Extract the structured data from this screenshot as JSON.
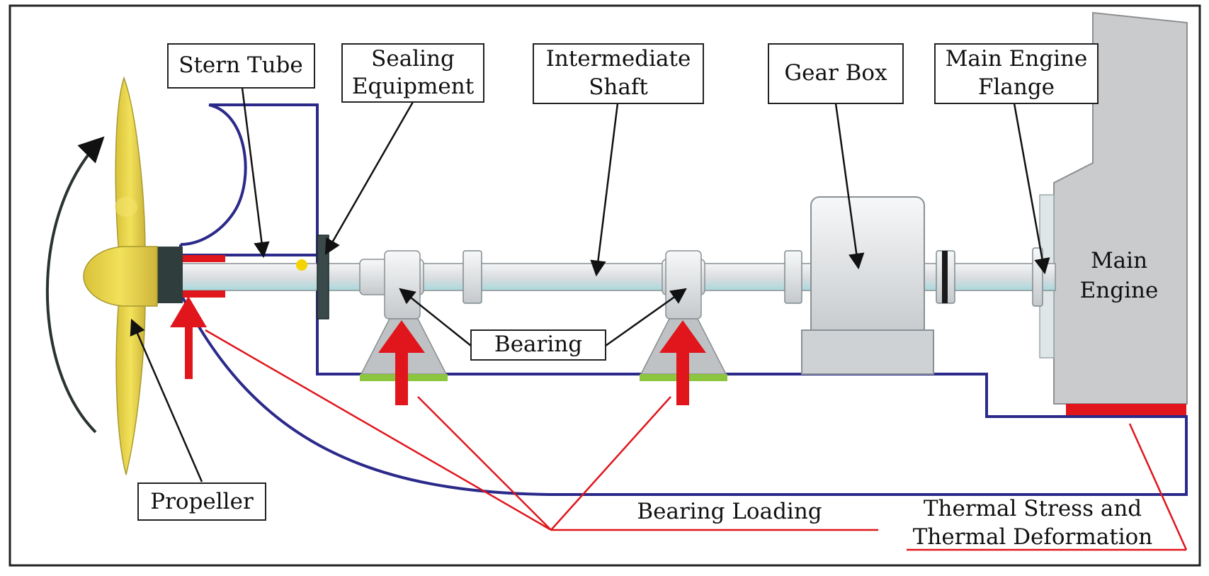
{
  "labels": {
    "stern_tube": "Stern Tube",
    "sealing_line1": "Sealing",
    "sealing_line2": "Equipment",
    "intermediate_line1": "Intermediate",
    "intermediate_line2": "Shaft",
    "gear_box": "Gear Box",
    "flange_line1": "Main Engine",
    "flange_line2": "Flange",
    "main_engine_line1": "Main",
    "main_engine_line2": "Engine",
    "bearing": "Bearing",
    "propeller": "Propeller",
    "bearing_loading": "Bearing Loading",
    "thermal_line1": "Thermal Stress and",
    "thermal_line2": "Thermal Deformation"
  },
  "colors": {
    "hull": "#2b2a8a",
    "load": "#e0161c",
    "propeller": "#e8d23a",
    "metal": "#d6d9db",
    "engine": "#c8cacc",
    "pad": "#8cc63f"
  }
}
